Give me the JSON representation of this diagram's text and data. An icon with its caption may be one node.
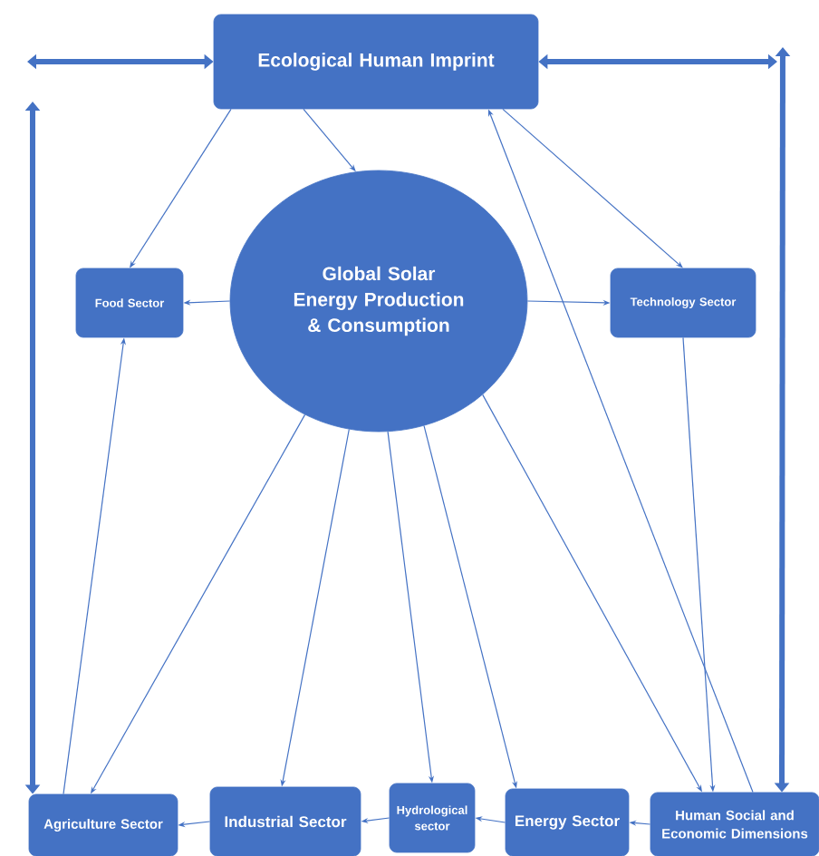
{
  "diagram": {
    "nodes": [
      {
        "text": [
          "Ecological Human Imprint"
        ]
      },
      {
        "text": [
          "Global Solar Energy Production & Consumption"
        ]
      },
      {
        "text": [
          "Food Sector"
        ]
      },
      {
        "text": [
          "Technology Sector"
        ]
      },
      {
        "text": [
          "Agriculture Sector"
        ]
      },
      {
        "text": [
          "Industrial Sector"
        ]
      },
      {
        "text": [
          "Hydrological sector"
        ]
      },
      {
        "text": [
          "Energy Sector"
        ]
      },
      {
        "text": [
          "Human Social and Economic Dimensions"
        ]
      }
    ],
    "edges": [
      {
        "from": 0,
        "to": 2,
        "arrow": "to"
      },
      {
        "from": 0,
        "to": 1,
        "arrow": "to"
      },
      {
        "from": 0,
        "to": 3,
        "arrow": "to"
      },
      {
        "from": 8,
        "to": 0,
        "arrow": "to"
      },
      {
        "from": 1,
        "to": 2,
        "arrow": "to"
      },
      {
        "from": 1,
        "to": 3,
        "arrow": "to"
      },
      {
        "from": 1,
        "to": 4,
        "arrow": "to"
      },
      {
        "from": 1,
        "to": 5,
        "arrow": "to"
      },
      {
        "from": 1,
        "to": 6,
        "arrow": "to"
      },
      {
        "from": 1,
        "to": 7,
        "arrow": "to"
      },
      {
        "from": 1,
        "to": 8,
        "arrow": "to"
      },
      {
        "from": 3,
        "to": 8,
        "arrow": "to"
      },
      {
        "from": 4,
        "to": 2,
        "arrow": "to"
      },
      {
        "from": 8,
        "to": 7,
        "arrow": "to"
      },
      {
        "from": 7,
        "to": 6,
        "arrow": "to"
      },
      {
        "from": 6,
        "to": 5,
        "arrow": "to"
      },
      {
        "from": 5,
        "to": 4,
        "arrow": "to"
      },
      {
        "from": null,
        "to": 0,
        "arrow": "both",
        "style": "thick"
      },
      {
        "from": 4,
        "to": null,
        "arrow": "both",
        "style": "thick"
      },
      {
        "from": 0,
        "to": null,
        "arrow": "both",
        "style": "thick"
      },
      {
        "from": 8,
        "to": null,
        "arrow": "both",
        "style": "thick"
      }
    ]
  }
}
